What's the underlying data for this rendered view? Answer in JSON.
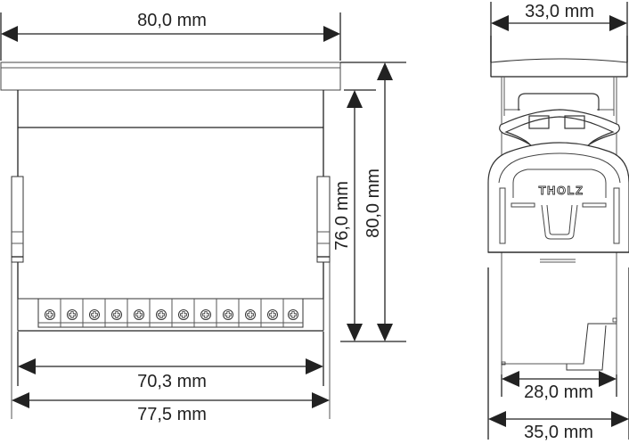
{
  "drawing": {
    "front_view": {
      "dimensions": {
        "top_width": "80,0 mm",
        "inner_height": "76,0 mm",
        "total_height": "80,0 mm",
        "body_width": "70,3 mm",
        "overall_width": "77,5 mm"
      },
      "terminal_count": 12
    },
    "side_view": {
      "brand_label": "THOLZ",
      "dimensions": {
        "front_depth": "33,0 mm",
        "body_depth": "28,0 mm",
        "total_depth": "35,0 mm"
      }
    }
  },
  "colors": {
    "line": "#222222",
    "background": "#ffffff"
  }
}
